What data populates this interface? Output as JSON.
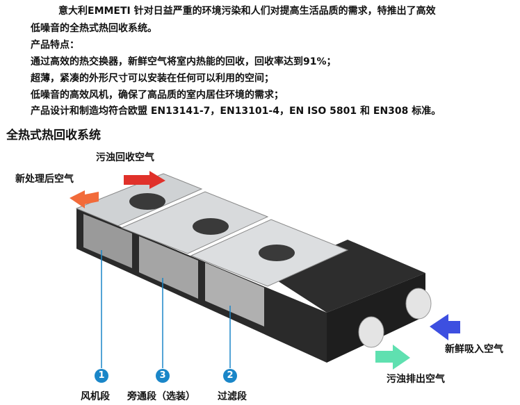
{
  "intro": {
    "line1": "意大利EMMETI 针对日益严重的环境污染和人们对提高生活品质的需求，特推出了高效",
    "line2": "低噪音的全热式热回收系统。"
  },
  "features": {
    "heading": "产品特点：",
    "items": [
      "通过高效的热交换器，新鲜空气将室内热能的回收，回收率达到91%；",
      "超薄，紧凑的外形尺寸可以安装在任何可以利用的空间；",
      "低噪音的高效风机，确保了高品质的室内居住环境的需求；",
      "产品设计和制造均符合欧盟 EN13141-7，EN13101-4，EN ISO 5801 和 EN308 标准。"
    ]
  },
  "section_title": "全热式热回收系统",
  "diagram": {
    "airflows": {
      "treated_supply": "新处理后空气",
      "return_exhaust": "污浊回收空气",
      "fresh_intake": "新鲜吸入空气",
      "exhaust_out": "污浊排出空气"
    },
    "sections": [
      {
        "number": "1",
        "label": "风机段"
      },
      {
        "number": "3",
        "label": "旁通段（选装）"
      },
      {
        "number": "2",
        "label": "过滤段"
      }
    ],
    "colors": {
      "orange": "#f26b3a",
      "red": "#e0312a",
      "blue": "#3d4fe0",
      "green": "#5fe0b0",
      "marker": "#1a86c8"
    }
  }
}
